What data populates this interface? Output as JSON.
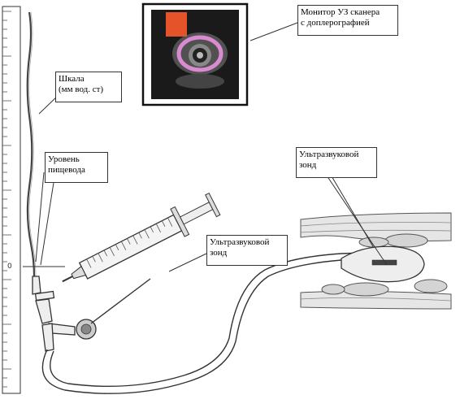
{
  "labels": {
    "monitor": {
      "line1": "Монитор УЗ сканера",
      "line2": "с доплерографией"
    },
    "scale": {
      "line1": "Шкала",
      "line2": "(мм вод. ст)"
    },
    "level": {
      "line1": "Уровень",
      "line2": "пищевода"
    },
    "probe_top": {
      "line1": "Ультразвуковой",
      "line2": "зонд"
    },
    "probe_mid": {
      "line1": "Ультразвуковой",
      "line2": "зонд"
    }
  },
  "scale_mark": "0",
  "colors": {
    "line": "#333333",
    "monitor_frame": "#111111",
    "screen_bg": "#1a1a1a",
    "doppler_pink": "#d98ad0",
    "doppler_red": "#e5532a",
    "tissue": "#d9d9d9"
  }
}
